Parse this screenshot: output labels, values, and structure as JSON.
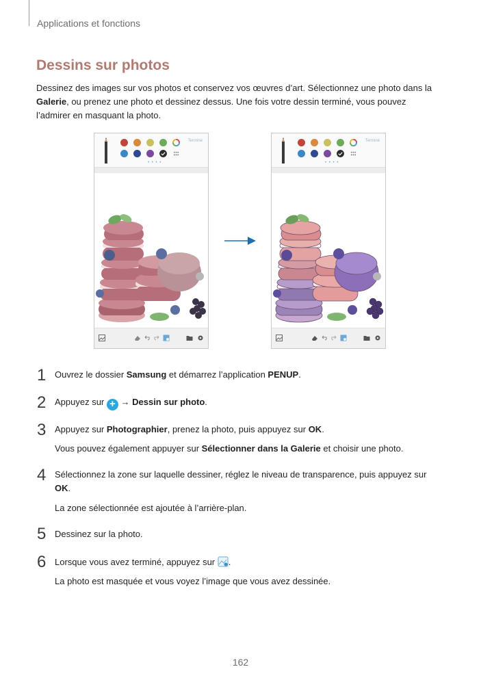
{
  "header": {
    "running_head": "Applications et fonctions"
  },
  "section": {
    "title": "Dessins sur photos",
    "intro_1": "Dessinez des images sur vos photos et conservez vos œuvres d’art. Sélectionnez une photo dans la ",
    "intro_bold": "Galerie",
    "intro_2": ", ou prenez une photo et dessinez dessus. Une fois votre dessin terminé, vous pouvez l’admirer en masquant la photo."
  },
  "figure": {
    "colors": {
      "swatches_row1": [
        "#c0453a",
        "#d98a3d",
        "#c9c063",
        "#6bab5a"
      ],
      "swatches_row2": [
        "#3e87c6",
        "#2f4a93",
        "#7b4aa0",
        "#2b2b2b"
      ],
      "arrow": "#1f6fb0",
      "accent": "#29a8df"
    },
    "done_label": "Terminé",
    "icons": [
      "pencil-icon",
      "color-wheel-icon",
      "checkmark-icon",
      "more-icon",
      "edit-icon",
      "gallery-icon",
      "eraser-icon",
      "undo-icon",
      "redo-icon",
      "mask-icon",
      "folder-icon",
      "settings-icon",
      "arrow-right-icon"
    ]
  },
  "steps": [
    {
      "num": "1",
      "t1": "Ouvrez le dossier ",
      "b1": "Samsung",
      "t2": " et démarrez l’application ",
      "b2": "PENUP",
      "t3": "."
    },
    {
      "num": "2",
      "t1": "Appuyez sur ",
      "t2": " → ",
      "b1": "Dessin sur photo",
      "t3": "."
    },
    {
      "num": "3",
      "t1": "Appuyez sur ",
      "b1": "Photographier",
      "t2": ", prenez la photo, puis appuyez sur ",
      "b2": "OK",
      "t3": ".",
      "sub_1": "Vous pouvez également appuyer sur ",
      "sub_b": "Sélectionner dans la Galerie",
      "sub_2": " et choisir une photo."
    },
    {
      "num": "4",
      "t1": "Sélectionnez la zone sur laquelle dessiner, réglez le niveau de transparence, puis appuyez sur ",
      "b1": "OK",
      "t2": ".",
      "sub": "La zone sélectionnée est ajoutée à l’arrière-plan."
    },
    {
      "num": "5",
      "t1": "Dessinez sur la photo."
    },
    {
      "num": "6",
      "t1": "Lorsque vous avez terminé, appuyez sur ",
      "t2": ".",
      "sub": "La photo est masquée et vous voyez l’image que vous avez dessinée."
    }
  ],
  "footer": {
    "page_number": "162"
  }
}
